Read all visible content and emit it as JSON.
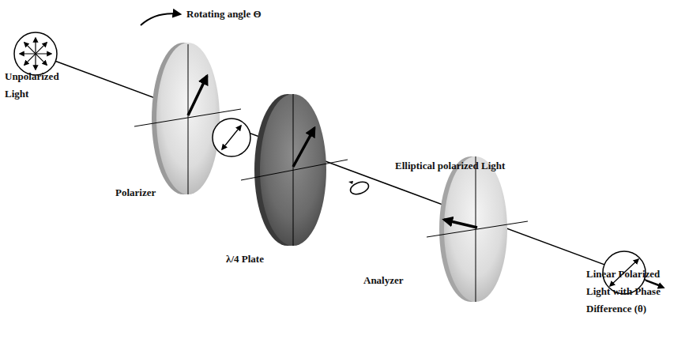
{
  "diagram": {
    "labels": [
      "Rotating angle Θ",
      "Unpolarized Light",
      "Polarizer",
      "λ/4 Plate",
      "Elliptical polarized Light",
      "Analyzer",
      "Linear Polarized Light with Phase Difference (θ)"
    ]
  }
}
